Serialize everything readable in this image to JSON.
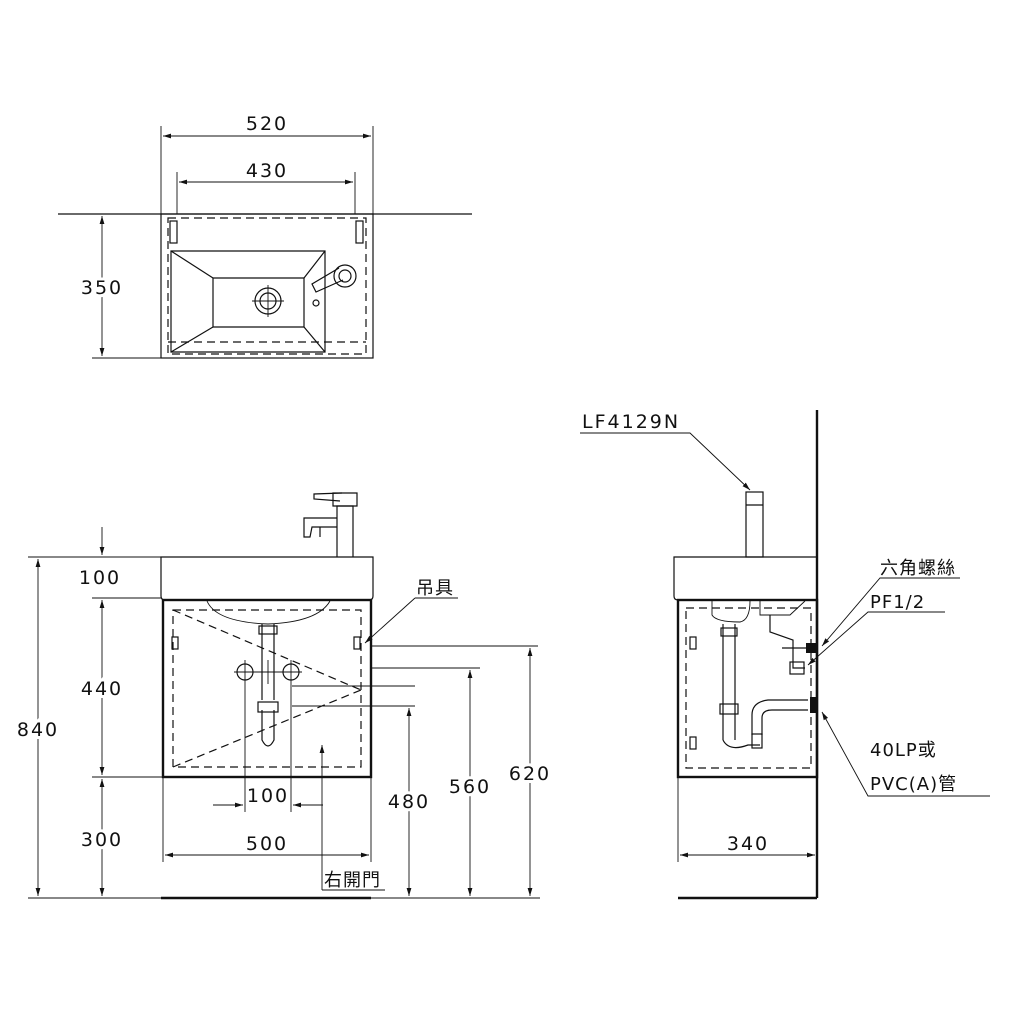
{
  "top_view": {
    "width_outer": "520",
    "width_inner": "430",
    "depth": "350"
  },
  "front_view": {
    "top_height": "100",
    "cabinet_height": "440",
    "total_height": "840",
    "floor_clearance": "300",
    "drain_spacing": "100",
    "cabinet_width": "500",
    "height_480": "480",
    "height_560": "560",
    "height_620": "620",
    "hanger_label": "吊具",
    "door_label": "右開門"
  },
  "side_view": {
    "faucet_model": "LF4129N",
    "hex_screw_label": "六角螺絲",
    "supply_label": "PF1/2",
    "drain_label_line1": "40LP或",
    "drain_label_line2": "PVC(A)管",
    "depth": "340"
  }
}
